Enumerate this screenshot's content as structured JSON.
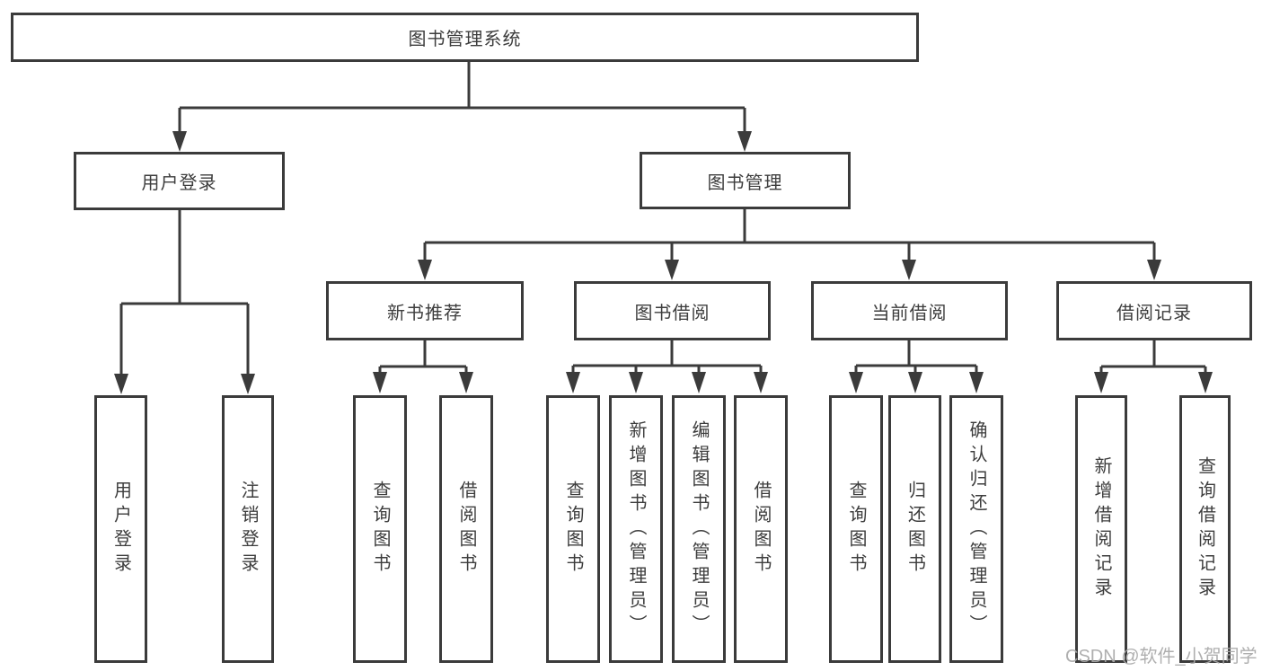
{
  "diagram": {
    "root": "图书管理系统",
    "level2": [
      "用户登录",
      "图书管理"
    ],
    "level3": [
      "新书推荐",
      "图书借阅",
      "当前借阅",
      "借阅记录"
    ],
    "leaves_login": [
      "用户登录",
      "注销登录"
    ],
    "leaves_recommend": [
      "查询图书",
      "借阅图书"
    ],
    "leaves_borrow": [
      "查询图书",
      "新增图书（管理员）",
      "编辑图书（管理员）",
      "借阅图书"
    ],
    "leaves_current": [
      "查询图书",
      "归还图书",
      "确认归还（管理员）"
    ],
    "leaves_records": [
      "新增借阅记录",
      "查询借阅记录"
    ]
  },
  "watermark": "CSDN @软件_小贺同学",
  "colors": {
    "line": "#3b3b3b",
    "text": "#3d3d3d",
    "watermark": "#a8a8a8"
  }
}
